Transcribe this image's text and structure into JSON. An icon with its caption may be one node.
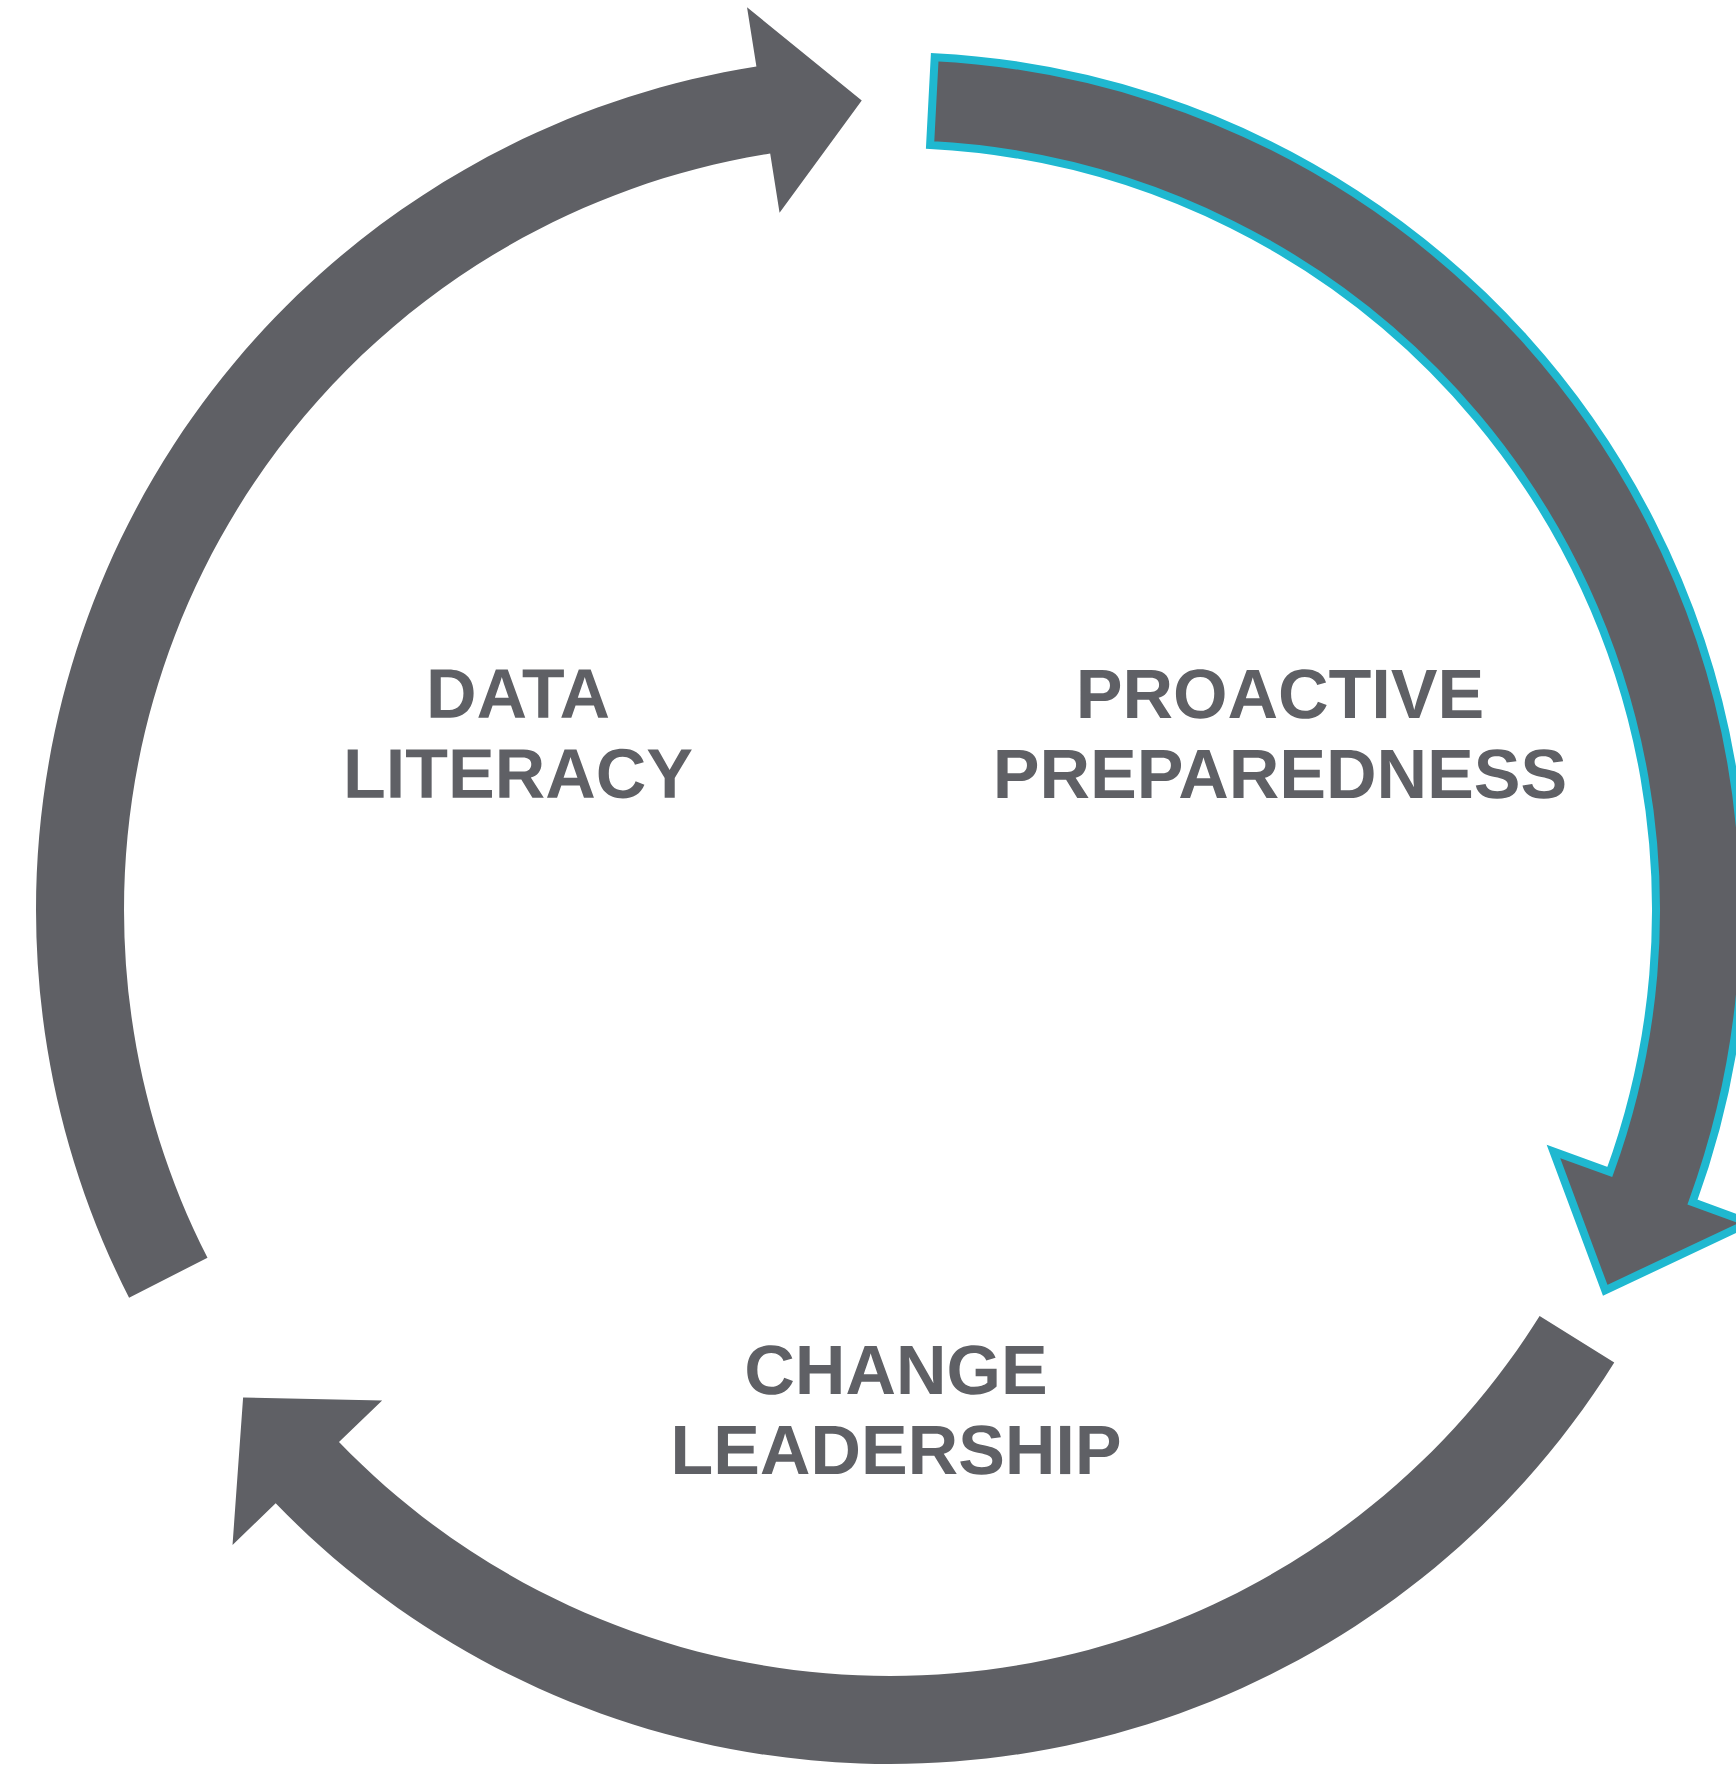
{
  "diagram": {
    "labels": [
      "DATA LITERACY",
      "PROACTIVE PREPAREDNESS",
      "CHANGE LEADERSHIP"
    ]
  }
}
